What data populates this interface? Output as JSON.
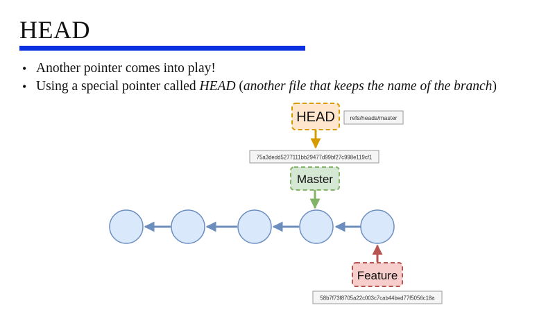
{
  "slide": {
    "title": "HEAD",
    "bullets": [
      {
        "text": "Another pointer comes into play!"
      },
      {
        "prefix": "Using a special pointer called ",
        "italic": "HEAD",
        "middle": " (",
        "italic2": "another file that keeps the name of the branch",
        "suffix": ")"
      }
    ]
  },
  "diagram": {
    "head_label": "HEAD",
    "head_ref": "refs/heads/master",
    "master_hash": "75a3dedd5277111bb29477d99bf27c998e119cf1",
    "master_label": "Master",
    "feature_label": "Feature",
    "feature_hash": "58b7f73f8705a22c003c7cab44bed77f5056c18a",
    "commit_count": 5
  },
  "colors": {
    "title_bar": "#0a2fe0",
    "commit_fill": "#dae8fc",
    "commit_stroke": "#6c8ebf",
    "head_fill": "#ffe6cc",
    "head_stroke": "#d79b00",
    "master_fill": "#d5e8d4",
    "master_stroke": "#82b366",
    "feature_fill": "#f8cecc",
    "feature_stroke": "#b85450"
  }
}
